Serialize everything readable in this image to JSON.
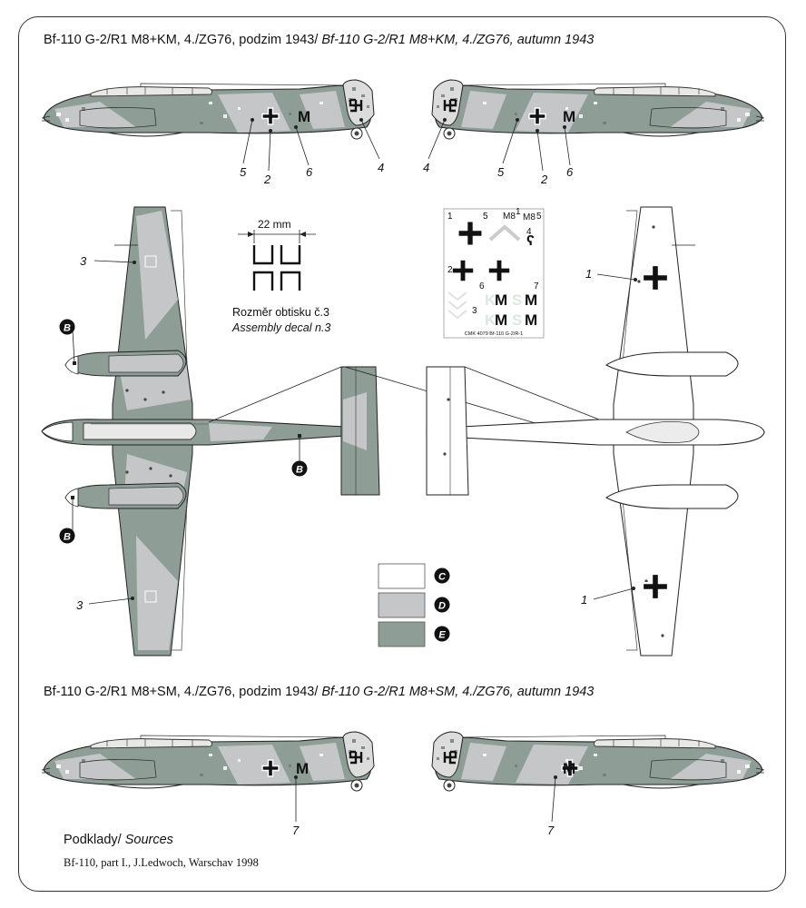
{
  "titles": {
    "top": {
      "czech": "Bf-110 G-2/R1 M8+KM, 4./ZG76, podzim 1943/",
      "english": "Bf-110 G-2/R1 M8+KM, 4./ZG76, autumn 1943"
    },
    "bottom": {
      "czech": "Bf-110 G-2/R1 M8+SM, 4./ZG76, podzim 1943/",
      "english": "Bf-110 G-2/R1 M8+SM, 4./ZG76, autumn 1943"
    }
  },
  "assembly": {
    "dimension": "22 mm",
    "czech": "Rozměr obtisku č.3",
    "english": "Assembly decal n.3"
  },
  "decal_sheet": {
    "product_code": "CMK 4079 Bf-110 G-2/R-1",
    "codes_top": "M8",
    "letters": [
      "K",
      "M",
      "S",
      "M",
      "K",
      "M",
      "S",
      "M"
    ],
    "numbers": [
      "1",
      "5",
      "M8",
      "1",
      "5",
      "2",
      "4",
      "6",
      "7",
      "3"
    ]
  },
  "profile_callouts": {
    "left": [
      "5",
      "2",
      "6",
      "4"
    ],
    "right": [
      "4",
      "5",
      "2",
      "6"
    ],
    "bottom": [
      "7",
      "7"
    ]
  },
  "plan_callouts": {
    "upper_wing_top": "3",
    "upper_wing_bottom": "3",
    "under_wing_top": "1",
    "under_wing_bottom": "1",
    "color_ref": "B"
  },
  "colors": [
    {
      "letter": "C",
      "hex": "#ffffff"
    },
    {
      "letter": "D",
      "hex": "#c4c6c8"
    },
    {
      "letter": "E",
      "hex": "#8e9e96"
    }
  ],
  "fuselage_codes": {
    "top_left": "M",
    "top_right": "M",
    "bottom_left": "M",
    "bottom_right": "M"
  },
  "sources": {
    "heading": "Podklady/",
    "heading_en": "Sources",
    "line": "Bf-110, part I., J.Ledwoch, Warschav 1998"
  }
}
